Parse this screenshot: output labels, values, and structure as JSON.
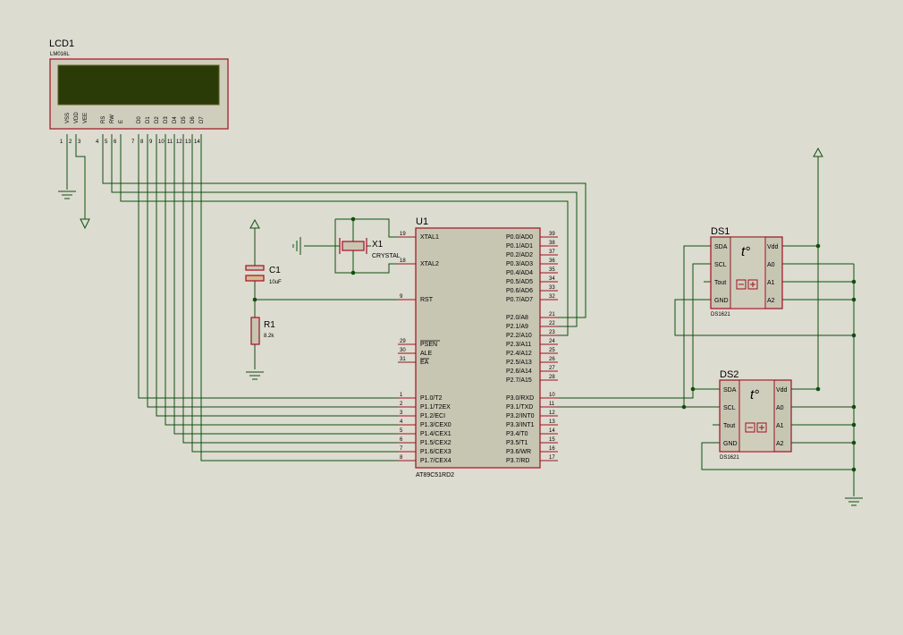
{
  "colors": {
    "background": "#dcdcd0",
    "component_outline": "#a01020",
    "component_fill": "#c7c6b3",
    "wire": "#0f4f0f",
    "lcd_screen": "#2b3b08",
    "junction": "#0f4f0f"
  },
  "lcd": {
    "ref": "LCD1",
    "model": "LM016L",
    "pin_labels": [
      "VSS",
      "VDD",
      "VEE",
      "RS",
      "RW",
      "E",
      "D0",
      "D1",
      "D2",
      "D3",
      "D4",
      "D5",
      "D6",
      "D7"
    ],
    "pin_numbers": [
      "1",
      "2",
      "3",
      "4",
      "5",
      "6",
      "7",
      "8",
      "9",
      "10",
      "11",
      "12",
      "13",
      "14"
    ]
  },
  "capacitor": {
    "ref": "C1",
    "value": "10uF"
  },
  "resistor": {
    "ref": "R1",
    "value": "8.2k"
  },
  "crystal": {
    "ref": "X1",
    "value": "CRYSTAL"
  },
  "mcu": {
    "ref": "U1",
    "model": "AT89C51RD2",
    "left_pins": [
      {
        "num": "19",
        "label": "XTAL1"
      },
      {
        "num": "18",
        "label": "XTAL2"
      },
      {
        "num": "9",
        "label": "RST"
      },
      {
        "num": "29",
        "label": "PSEN"
      },
      {
        "num": "30",
        "label": "ALE"
      },
      {
        "num": "31",
        "label": "EA"
      },
      {
        "num": "1",
        "label": "P1.0/T2"
      },
      {
        "num": "2",
        "label": "P1.1/T2EX"
      },
      {
        "num": "3",
        "label": "P1.2/ECI"
      },
      {
        "num": "4",
        "label": "P1.3/CEX0"
      },
      {
        "num": "5",
        "label": "P1.4/CEX1"
      },
      {
        "num": "6",
        "label": "P1.5/CEX2"
      },
      {
        "num": "7",
        "label": "P1.6/CEX3"
      },
      {
        "num": "8",
        "label": "P1.7/CEX4"
      }
    ],
    "right_pins": [
      {
        "num": "39",
        "label": "P0.0/AD0"
      },
      {
        "num": "38",
        "label": "P0.1/AD1"
      },
      {
        "num": "37",
        "label": "P0.2/AD2"
      },
      {
        "num": "36",
        "label": "P0.3/AD3"
      },
      {
        "num": "35",
        "label": "P0.4/AD4"
      },
      {
        "num": "34",
        "label": "P0.5/AD5"
      },
      {
        "num": "33",
        "label": "P0.6/AD6"
      },
      {
        "num": "32",
        "label": "P0.7/AD7"
      },
      {
        "num": "21",
        "label": "P2.0/A8"
      },
      {
        "num": "22",
        "label": "P2.1/A9"
      },
      {
        "num": "23",
        "label": "P2.2/A10"
      },
      {
        "num": "24",
        "label": "P2.3/A11"
      },
      {
        "num": "25",
        "label": "P2.4/A12"
      },
      {
        "num": "26",
        "label": "P2.5/A13"
      },
      {
        "num": "27",
        "label": "P2.6/A14"
      },
      {
        "num": "28",
        "label": "P2.7/A15"
      },
      {
        "num": "10",
        "label": "P3.0/RXD"
      },
      {
        "num": "11",
        "label": "P3.1/TXD"
      },
      {
        "num": "12",
        "label": "P3.2/INT0"
      },
      {
        "num": "13",
        "label": "P3.3/INT1"
      },
      {
        "num": "14",
        "label": "P3.4/T0"
      },
      {
        "num": "15",
        "label": "P3.5/T1"
      },
      {
        "num": "16",
        "label": "P3.6/WR"
      },
      {
        "num": "17",
        "label": "P3.7/RD"
      }
    ]
  },
  "ds1": {
    "ref": "DS1",
    "model": "DS1621",
    "left": [
      "SDA",
      "SCL",
      "Tout",
      "GND"
    ],
    "right": [
      "Vdd",
      "A0",
      "A1",
      "A2"
    ],
    "symbol": "t°"
  },
  "ds2": {
    "ref": "DS2",
    "model": "DS1621",
    "left": [
      "SDA",
      "SCL",
      "Tout",
      "GND"
    ],
    "right": [
      "Vdd",
      "A0",
      "A1",
      "A2"
    ],
    "symbol": "t°"
  },
  "icons": [
    "ground-icon",
    "power-arrow-icon",
    "thermometer-icon"
  ]
}
